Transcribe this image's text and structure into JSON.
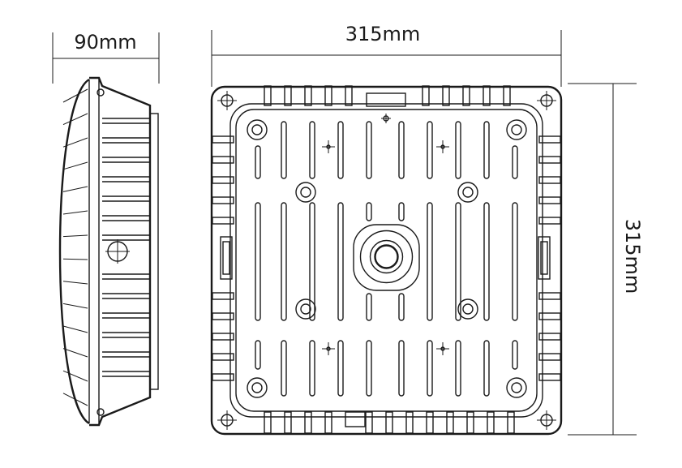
{
  "dimensions": {
    "depth": "90mm",
    "width": "315mm",
    "height": "315mm"
  },
  "colors": {
    "line": "#1a1a1a",
    "background": "#ffffff"
  }
}
